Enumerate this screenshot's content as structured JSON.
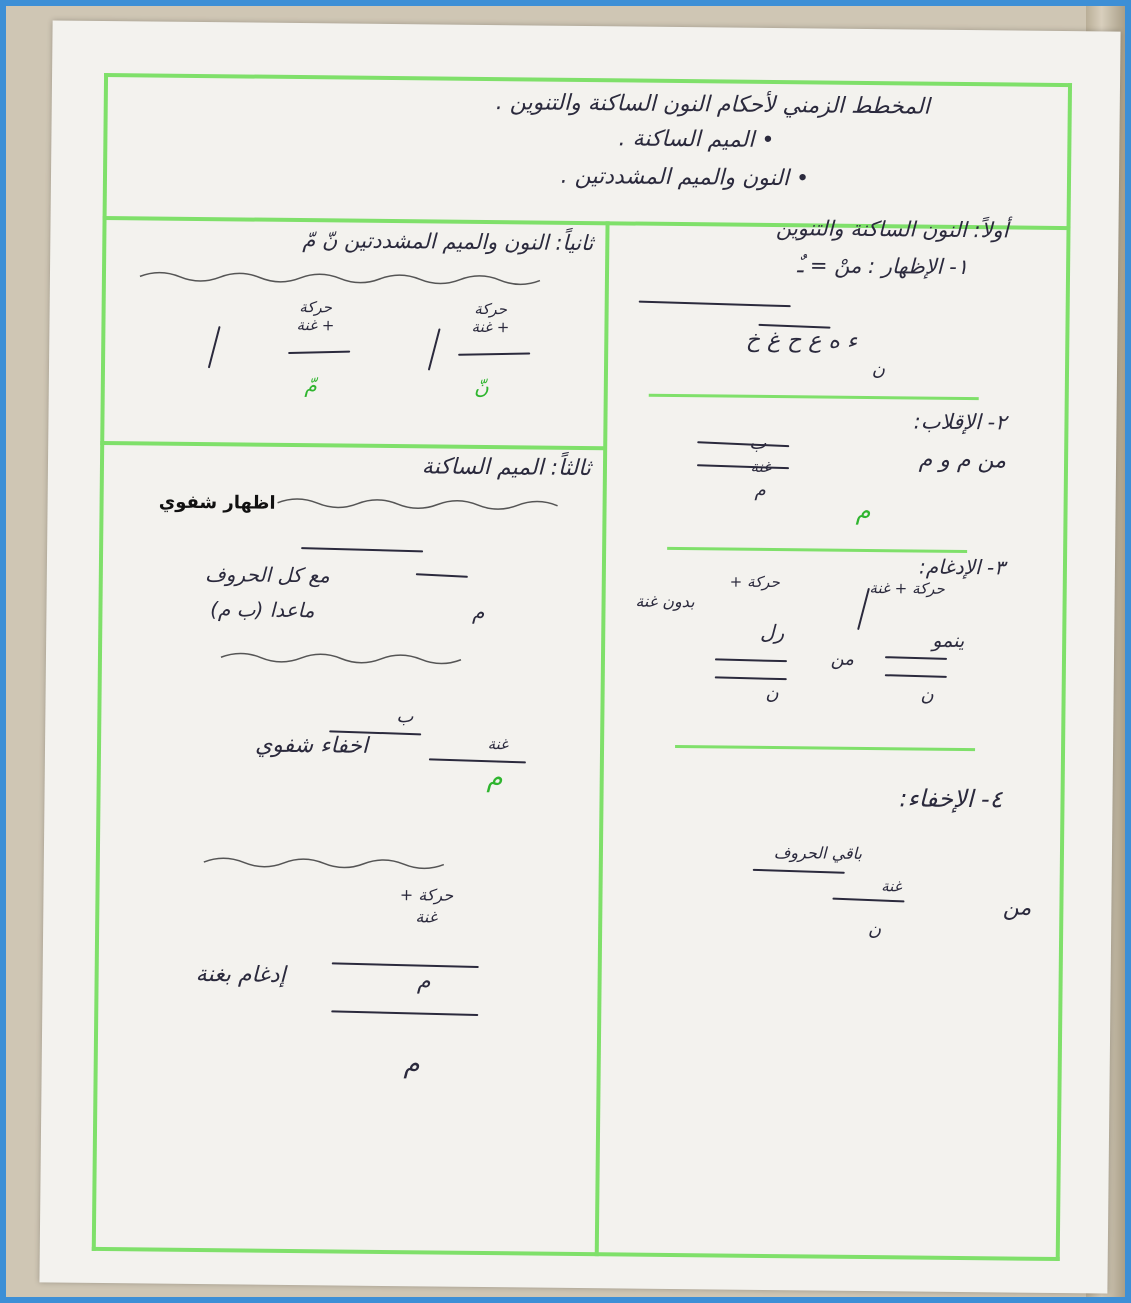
{
  "header": {
    "title": "المخطط الزمني لأحكام النون الساكنة والتنوين .",
    "item_2": "• الميم الساكنة .",
    "item_3": "• النون والميم المشددتين ."
  },
  "right_column": {
    "section_1_title": "أولاً: النون الساكنة والتنوين",
    "izhar_label": "١- الإظهار : منْ = ـٌ",
    "izhar_letters": "ء ه ع ح غ خ",
    "noon": "ن",
    "iqlab_label": "٢- الإقلاب:",
    "iqlab_example": "من م و م",
    "baa": "ب",
    "ghunna": "غنة",
    "meem_letter": "م",
    "idgham_label": "٣- الإدغام:",
    "haraka_ghunna": "حركة + غنة",
    "yanmu": "ينمو",
    "rl": "رل",
    "without_ghunna": "بدون غنة",
    "haraka": "حركة +",
    "ikhfa_label": "٤- الإخفاء:",
    "remaining_letters": "باقي الحروف",
    "min": "من"
  },
  "left_column": {
    "section_2_title": "ثانياً: النون والميم المشددتين نّ مّ",
    "haraka_ghunna": "حركة + غنة",
    "shadda_noon": "نّ",
    "shadda_meem": "مّ",
    "section_3_title": "ثالثاً: الميم الساكنة",
    "izhar_shafawi_typed": "اظهار شفوي",
    "with_all_letters": "مع كل الحروف",
    "except": "ماعدا (ب م)",
    "baa": "ب",
    "ghunna": "غنة",
    "meem_letter": "م",
    "ikhfa_shafawi": "اخفاء شفوي",
    "idgham_ghunna": "إدغام بغنة"
  },
  "colors": {
    "border": "#3d8fd6",
    "divider": "#7fe06a",
    "ink": "#2b2a3d",
    "green_ink": "#2fb52f"
  }
}
